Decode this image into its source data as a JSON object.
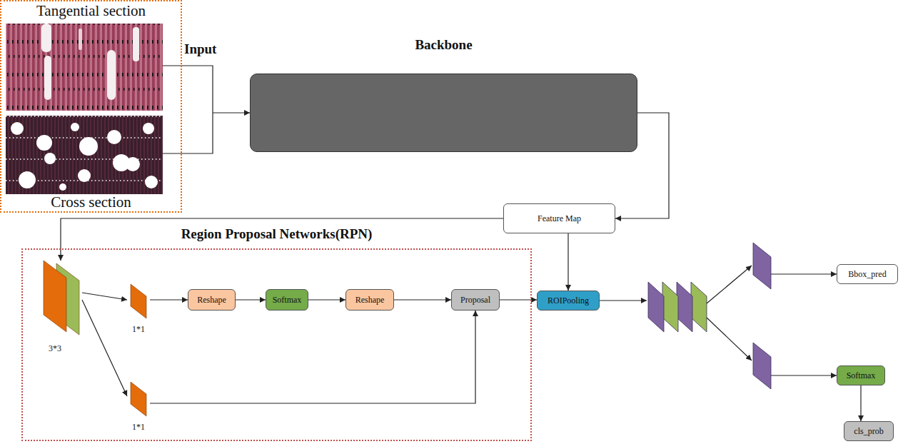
{
  "diagram": {
    "nodes": [
      {
        "text": [
          "Tangential section",
          "Cross section"
        ]
      },
      {
        "text": [
          "Backbone"
        ]
      },
      {
        "text": [
          "Feature Map"
        ]
      },
      {
        "text": [
          "Region Proposal Networks(RPN)"
        ]
      },
      {
        "text": [
          "3*3"
        ],
        "in": 3
      },
      {
        "text": [
          "1*1"
        ],
        "in": 3
      },
      {
        "text": [
          "Reshape"
        ],
        "in": 3
      },
      {
        "text": [
          "Softmax"
        ],
        "in": 3
      },
      {
        "text": [
          "Reshape"
        ],
        "in": 3
      },
      {
        "text": [
          "Proposal"
        ],
        "in": 3
      },
      {
        "text": [
          "1*1"
        ],
        "in": 3
      },
      {
        "text": [
          "ROIPooling"
        ]
      },
      {
        "text": [
          "Bbox_pred"
        ]
      },
      {
        "text": [
          "Softmax"
        ]
      },
      {
        "text": [
          "cls_prob"
        ]
      }
    ],
    "edges": [
      {
        "from": 0,
        "to": 1,
        "arrow": "to"
      },
      {
        "from": 1,
        "to": 2,
        "arrow": "to"
      },
      {
        "from": 2,
        "to": 4,
        "arrow": "to"
      },
      {
        "from": 2,
        "to": 11,
        "arrow": "to"
      },
      {
        "from": 4,
        "to": 5,
        "arrow": "to"
      },
      {
        "from": 4,
        "to": 10,
        "arrow": "to"
      },
      {
        "from": 5,
        "to": 6,
        "arrow": "to"
      },
      {
        "from": 6,
        "to": 7,
        "arrow": "to"
      },
      {
        "from": 7,
        "to": 8,
        "arrow": "to"
      },
      {
        "from": 8,
        "to": 9,
        "arrow": "to"
      },
      {
        "from": 10,
        "to": 9,
        "arrow": "to"
      },
      {
        "from": 9,
        "to": 11,
        "arrow": "to"
      },
      {
        "from": 13,
        "to": 14,
        "arrow": "to"
      }
    ],
    "labels": [
      "Input"
    ]
  }
}
